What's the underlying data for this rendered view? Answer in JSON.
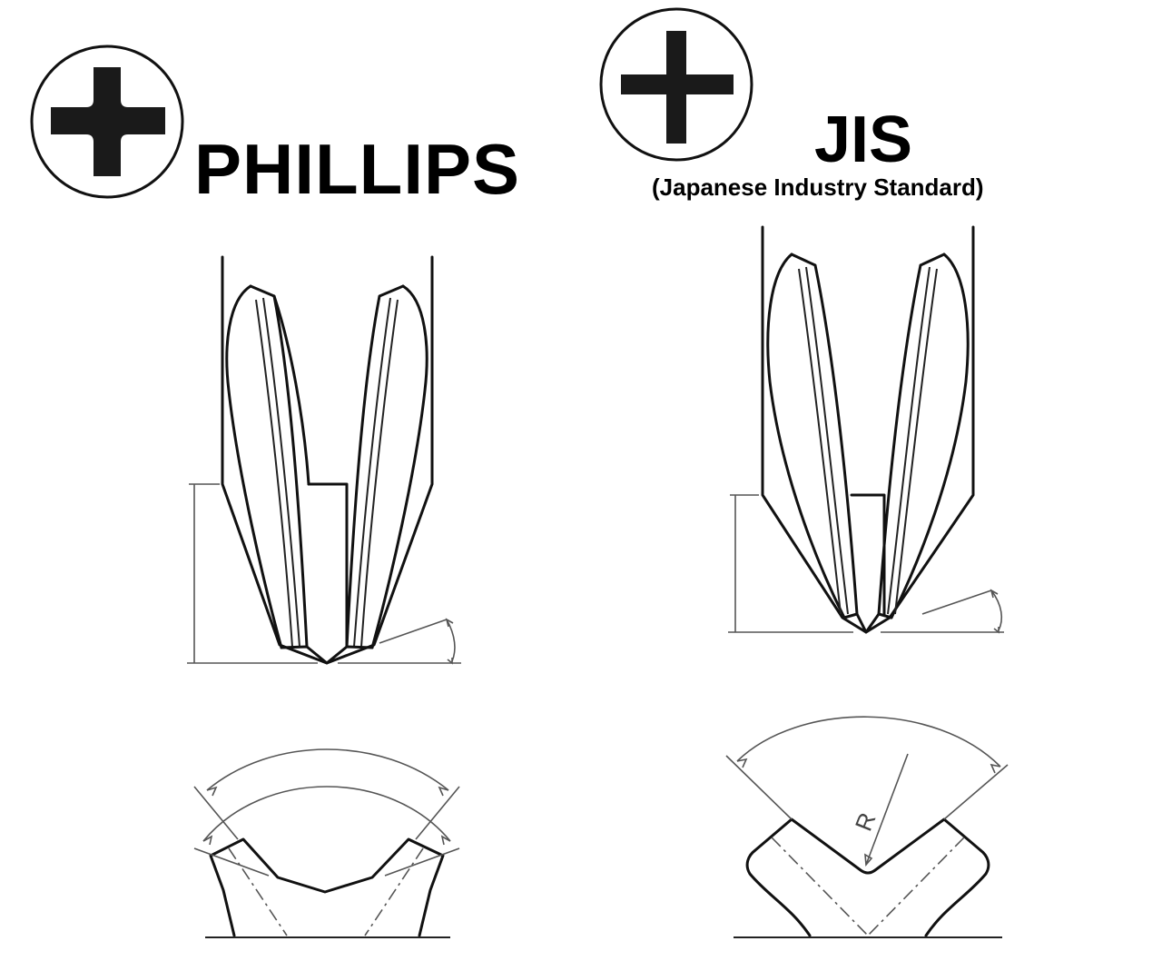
{
  "phillips": {
    "title": "PHILLIPS",
    "icon": "phillips-cross-icon"
  },
  "jis": {
    "title": "JIS",
    "subtitle": "(Japanese Industry Standard)",
    "icon": "jis-cross-icon",
    "radius_label": "R"
  },
  "colors": {
    "ink": "#111111",
    "dimension": "#555555",
    "background": "#ffffff"
  }
}
